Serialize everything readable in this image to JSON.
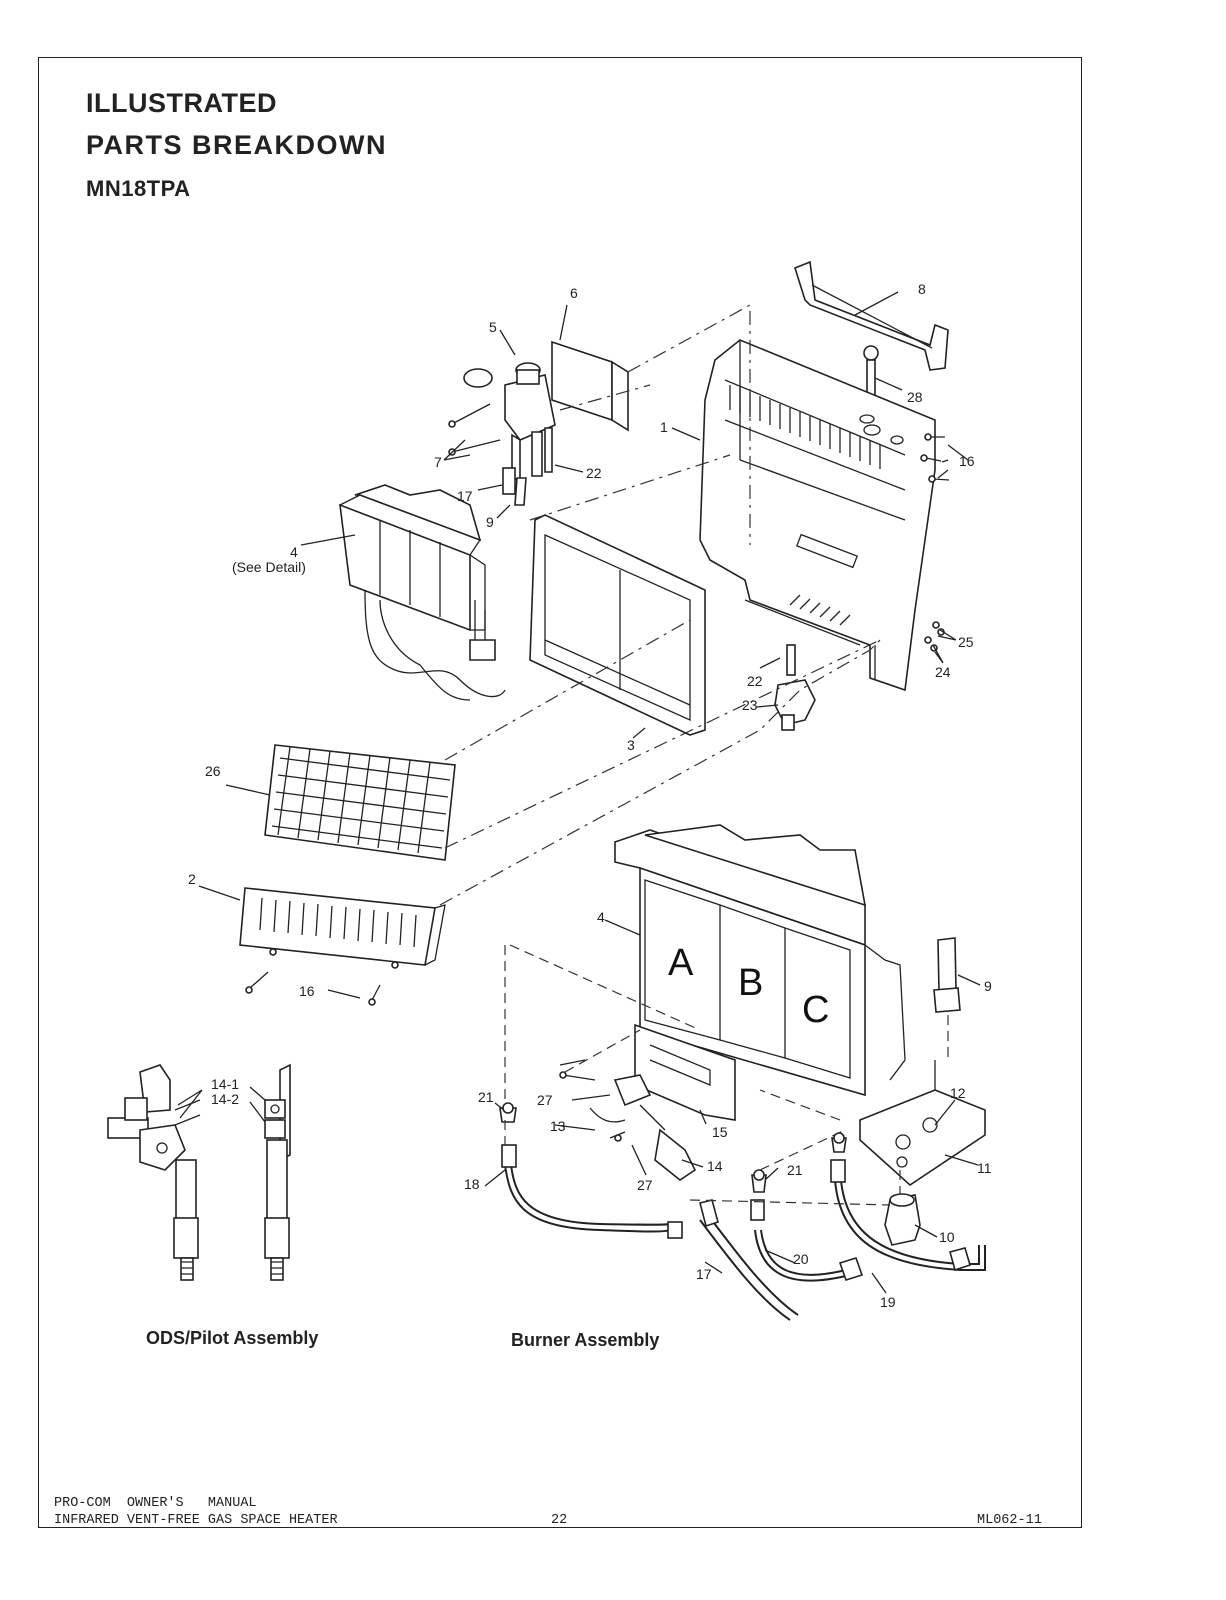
{
  "header": {
    "title_line1": "ILLUSTRATED",
    "title_line2": "PARTS  BREAKDOWN",
    "model": "MN18TPA"
  },
  "callouts": {
    "c1": "1",
    "c2": "2",
    "c3": "3",
    "c4": "4",
    "c4_detail": "(See Detail)",
    "c5": "5",
    "c6": "6",
    "c7": "7",
    "c8": "8",
    "c9_top": "9",
    "c9_right": "9",
    "c10": "10",
    "c11": "11",
    "c12": "12",
    "c13": "13",
    "c14": "14",
    "c14_1": "14-1",
    "c14_2": "14-2",
    "c15": "15",
    "c16_top": "16",
    "c16_bottom": "16",
    "c17_top": "17",
    "c17_bottom": "17",
    "c18": "18",
    "c19": "19",
    "c20": "20",
    "c21_left": "21",
    "c21_right": "21",
    "c22_top": "22",
    "c22_mid": "22",
    "c23": "23",
    "c24": "24",
    "c25": "25",
    "c26": "26",
    "c27_top": "27",
    "c27_bottom": "27",
    "c28": "28"
  },
  "burner_letters": [
    "A",
    "B",
    "C"
  ],
  "captions": {
    "ods_pilot": "ODS/Pilot  Assembly",
    "burner": "Burner  Assembly"
  },
  "footer": {
    "line1": "PRO-COM  OWNER'S   MANUAL",
    "line2": "INFRARED VENT-FREE GAS SPACE HEATER",
    "page_number": "22",
    "doc_code": "ML062-11"
  }
}
